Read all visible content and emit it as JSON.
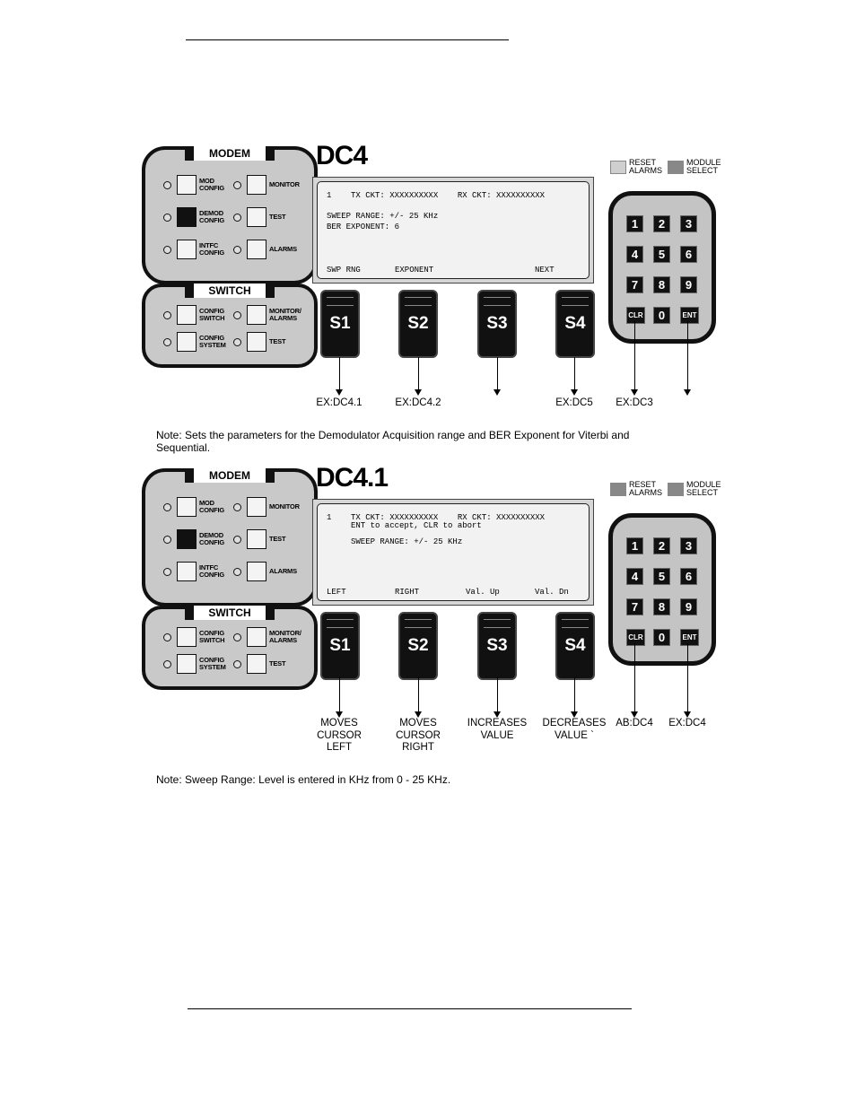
{
  "panels": [
    {
      "title": "DC4",
      "modem_title": "MODEM",
      "switch_title": "SWITCH",
      "modem_buttons": [
        "MOD CONFIG",
        "MONITOR",
        "DEMOD CONFIG",
        "TEST",
        "INTFC CONFIG",
        "ALARMS"
      ],
      "switch_buttons": [
        "CONFIG SWITCH",
        "MONITOR/ ALARMS",
        "CONFIG SYSTEM",
        "TEST"
      ],
      "lcd": {
        "line1": "1    TX CKT: XXXXXXXXXX    RX CKT: XXXXXXXXXX",
        "line2": "SWEEP RANGE: +/- 25 KHz",
        "line3": "BER EXPONENT: 6",
        "line4": "",
        "softkeys": [
          "SWP RNG",
          "EXPONENT",
          "",
          "NEXT"
        ]
      },
      "keys": [
        "S1",
        "S2",
        "S3",
        "S4"
      ],
      "legend": {
        "reset": "RESET ALARMS",
        "module": "MODULE SELECT"
      },
      "keypad": [
        "1",
        "2",
        "3",
        "4",
        "5",
        "6",
        "7",
        "8",
        "9",
        "CLR",
        "0",
        "ENT"
      ],
      "captions": [
        "EX:DC4.1",
        "EX:DC4.2",
        "",
        "EX:DC5",
        "EX:DC3",
        ""
      ],
      "note": "Note:   Sets the parameters for the Demodulator Acquisition range and BER Exponent for Viterbi and Sequential."
    },
    {
      "title": "DC4.1",
      "modem_title": "MODEM",
      "switch_title": "SWITCH",
      "modem_buttons": [
        "MOD CONFIG",
        "MONITOR",
        "DEMOD CONFIG",
        "TEST",
        "INTFC CONFIG",
        "ALARMS"
      ],
      "switch_buttons": [
        "CONFIG SWITCH",
        "MONITOR/ ALARMS",
        "CONFIG SYSTEM",
        "TEST"
      ],
      "lcd": {
        "line1": "1    TX CKT: XXXXXXXXXX    RX CKT: XXXXXXXXXX",
        "line2": "     ENT to accept, CLR to abort",
        "line3": "     SWEEP RANGE: +/- 25 KHz",
        "line4": "",
        "softkeys": [
          "LEFT",
          "RIGHT",
          "Val. Up",
          "Val. Dn"
        ]
      },
      "keys": [
        "S1",
        "S2",
        "S3",
        "S4"
      ],
      "legend": {
        "reset": "RESET ALARMS",
        "module": "MODULE SELECT"
      },
      "keypad": [
        "1",
        "2",
        "3",
        "4",
        "5",
        "6",
        "7",
        "8",
        "9",
        "CLR",
        "0",
        "ENT"
      ],
      "captions": [
        "MOVES\nCURSOR\nLEFT",
        "MOVES\nCURSOR\nRIGHT",
        "INCREASES\nVALUE",
        "DECREASES\nVALUE `",
        "AB:DC4",
        "EX:DC4"
      ],
      "note": "Note: Sweep Range: Level is entered in KHz from 0 - 25 KHz."
    }
  ]
}
